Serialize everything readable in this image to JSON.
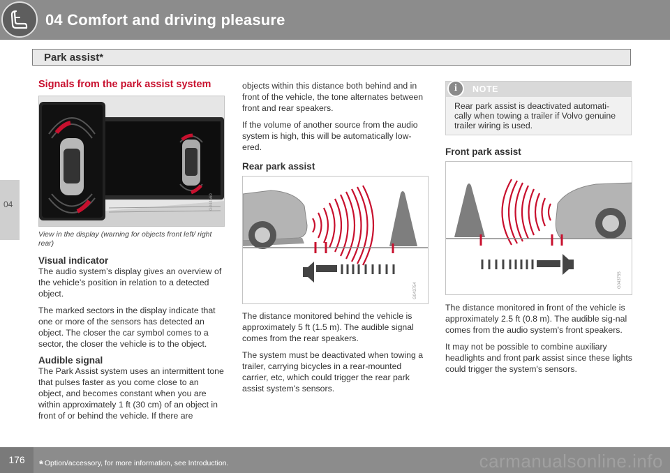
{
  "header": {
    "chapter_title": "04 Comfort and driving pleasure",
    "section_title": "Park assist*",
    "side_tab": "04"
  },
  "col1": {
    "heading": "Signals from the park assist system",
    "figure_code": "G044560",
    "caption": "View in the display (warning for objects front left/ right rear)",
    "visual_heading": "Visual indicator",
    "visual_p1": "The audio system’s display gives an overview of the vehicle’s position in relation to a detected object.",
    "visual_p2": "The marked sectors in the display indicate that one or more of the sensors has detected an object. The closer the car symbol comes to a sector, the closer the vehicle is to the object.",
    "audible_heading": "Audible signal",
    "audible_p1": "The Park Assist system uses an intermittent tone that pulses faster as you come close to an object, and becomes constant when you are within approximately 1 ft (30 cm) of an object in front of or behind the vehicle. If there are"
  },
  "col2": {
    "p_cont": "objects within this distance both behind and in front of the vehicle, the tone alternates between front and rear speakers.",
    "p_volume": "If the volume of another source from the audio system is high, this will be automatically low-ered.",
    "rear_heading": "Rear park assist",
    "figure_code": "G043754",
    "rear_p1": "The distance monitored behind the vehicle is approximately 5 ft (1.5 m). The audible signal comes from the rear speakers.",
    "rear_p2": "The system must be deactivated when towing a trailer, carrying bicycles in a rear-mounted carrier, etc, which could trigger the rear park assist system's sensors."
  },
  "col3": {
    "note_label": "NOTE",
    "note_text": "Rear park assist is deactivated automati-cally when towing a trailer if Volvo genuine trailer wiring is used.",
    "front_heading": "Front park assist",
    "figure_code": "G043755",
    "front_p1": "The distance monitored in front of the vehicle is approximately 2.5 ft (0.8 m). The audible sig-nal comes from the audio system's front speakers.",
    "front_p2": "It may not be possible to combine auxiliary headlights and front park assist since these lights could trigger the system's sensors."
  },
  "footer": {
    "page_number": "176",
    "footnote_star": "*",
    "footnote": "Option/accessory, for more information, see Introduction.",
    "watermark": "carmanualsonline.info"
  },
  "colors": {
    "header_gray": "#8c8c8c",
    "heading_red": "#c8102e",
    "sensor_red": "#c8102e",
    "note_gray": "#d9d9d9"
  }
}
